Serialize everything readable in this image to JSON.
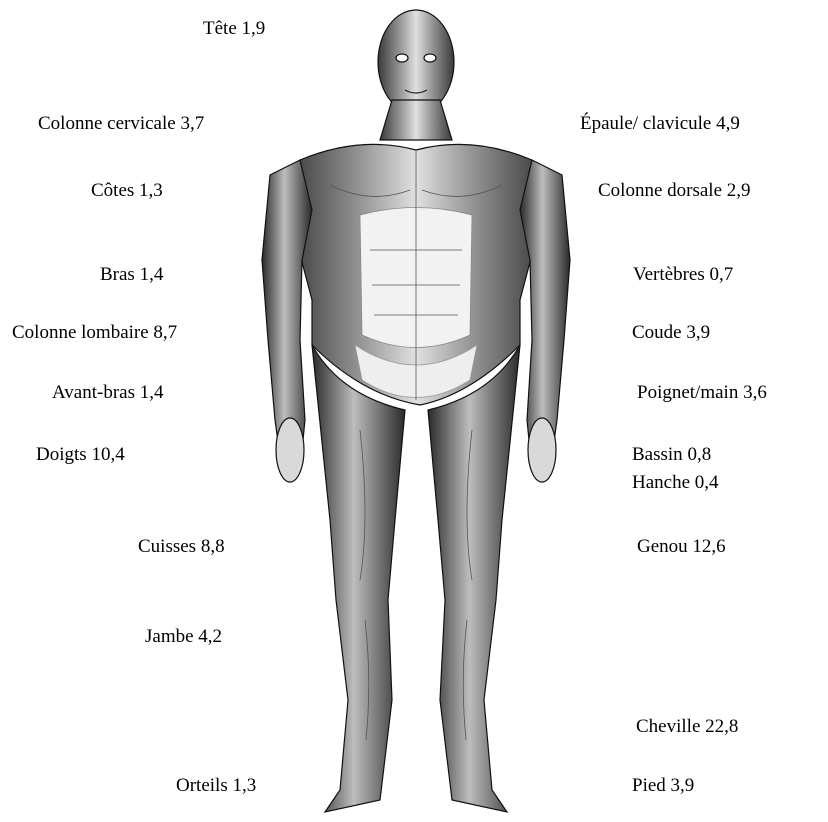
{
  "labels_left": [
    {
      "name": "Tête",
      "value": "1,9"
    },
    {
      "name": "Colonne cervicale",
      "value": "3,7"
    },
    {
      "name": "Côtes",
      "value": "1,3"
    },
    {
      "name": "Bras",
      "value": "1,4"
    },
    {
      "name": "Colonne lombaire",
      "value": "8,7"
    },
    {
      "name": "Avant-bras",
      "value": "1,4"
    },
    {
      "name": "Doigts",
      "value": "10,4"
    },
    {
      "name": "Cuisses",
      "value": "8,8"
    },
    {
      "name": "Jambe",
      "value": "4,2"
    },
    {
      "name": "Orteils",
      "value": "1,3"
    }
  ],
  "labels_right": [
    {
      "name": "Épaule/ clavicule",
      "value": "4,9"
    },
    {
      "name": "Colonne dorsale",
      "value": "2,9"
    },
    {
      "name": "Vertèbres",
      "value": "0,7"
    },
    {
      "name": "Coude",
      "value": "3,9"
    },
    {
      "name": "Poignet/main",
      "value": "3,6"
    },
    {
      "name": "Bassin",
      "value": "0,8"
    },
    {
      "name": "Hanche",
      "value": "0,4"
    },
    {
      "name": "Genou",
      "value": "12,6"
    },
    {
      "name": "Cheville",
      "value": "22,8"
    },
    {
      "name": "Pied",
      "value": "3,9"
    }
  ],
  "colors": {
    "figure_dark": "#2b2b2b",
    "figure_mid": "#8a8a8a",
    "figure_light": "#e6e6e6",
    "text": "#000000"
  }
}
